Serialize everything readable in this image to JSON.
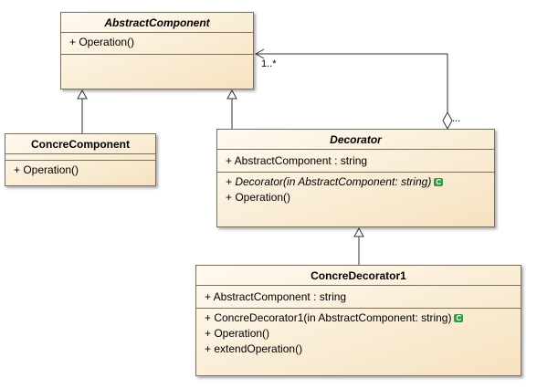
{
  "classes": {
    "abstract_component": {
      "name": "AbstractComponent",
      "operations": [
        "+ Operation()"
      ]
    },
    "concre_component": {
      "name": "ConcreComponent",
      "operations": [
        "+ Operation()"
      ]
    },
    "decorator": {
      "name": "Decorator",
      "attributes": [
        "+ AbstractComponent : string"
      ],
      "operations": [
        "+ Decorator(in AbstractComponent: string)",
        "+ Operation()"
      ],
      "constructor_badge": "C"
    },
    "concre_decorator1": {
      "name": "ConcreDecorator1",
      "attributes": [
        "+ AbstractComponent : string"
      ],
      "operations": [
        "+ ConcreDecorator1(in AbstractComponent: string)",
        "+ Operation()",
        "+ extendOperation()"
      ],
      "constructor_badge": "C"
    }
  },
  "associations": {
    "aggregation_multiplicity": "1..*",
    "aggregation_end_label": "..."
  },
  "colors": {
    "border": "#7a6e5c",
    "fill_light": "#fffaf0",
    "fill_dark": "#f6e2c0",
    "constructor_badge": "#2e9e3e"
  }
}
